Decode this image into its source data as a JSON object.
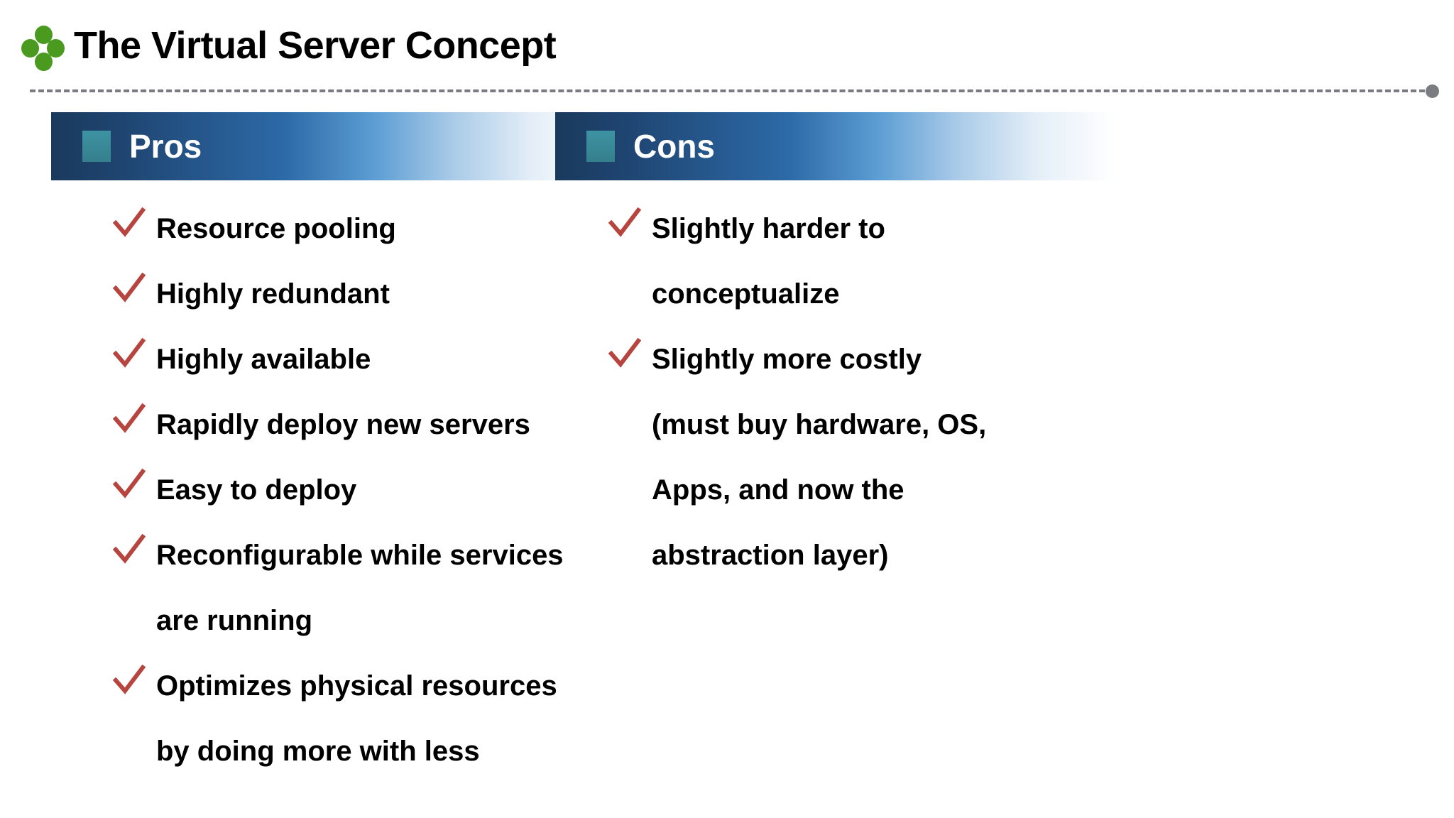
{
  "slide": {
    "title": "The Virtual Server Concept",
    "logo_icon": "four-dot-clover-icon",
    "logo_color": "#4a9a1f",
    "divider_icon": "dashed-rule-with-dot",
    "divider_color": "#7b7b82",
    "background_color": "#ffffff"
  },
  "columns": [
    {
      "id": "pros",
      "header": {
        "label": "Pros",
        "square_icon": "teal-square-icon",
        "square_color": "#3a8f9e",
        "gradient_from": "#1a3a5c",
        "gradient_to": "#ffffff",
        "text_color": "#ffffff"
      },
      "bullet_icon": "red-checkmark-icon",
      "bullet_color": "#b7453f",
      "items": [
        {
          "lines": [
            "Resource pooling"
          ]
        },
        {
          "lines": [
            "Highly redundant"
          ]
        },
        {
          "lines": [
            "Highly available"
          ]
        },
        {
          "lines": [
            "Rapidly deploy new servers"
          ]
        },
        {
          "lines": [
            "Easy to deploy"
          ]
        },
        {
          "lines": [
            "Reconfigurable while services",
            "are running"
          ]
        },
        {
          "lines": [
            "Optimizes physical resources",
            "by doing more with less"
          ]
        }
      ]
    },
    {
      "id": "cons",
      "header": {
        "label": "Cons",
        "square_icon": "teal-square-icon",
        "square_color": "#3a8f9e",
        "gradient_from": "#1a3a5c",
        "gradient_to": "#ffffff",
        "text_color": "#ffffff"
      },
      "bullet_icon": "red-checkmark-icon",
      "bullet_color": "#b7453f",
      "items": [
        {
          "lines": [
            "Slightly harder to",
            "conceptualize"
          ]
        },
        {
          "lines": [
            "Slightly more costly",
            "(must buy hardware, OS,",
            "Apps, and now the",
            "abstraction layer)"
          ]
        }
      ]
    }
  ]
}
